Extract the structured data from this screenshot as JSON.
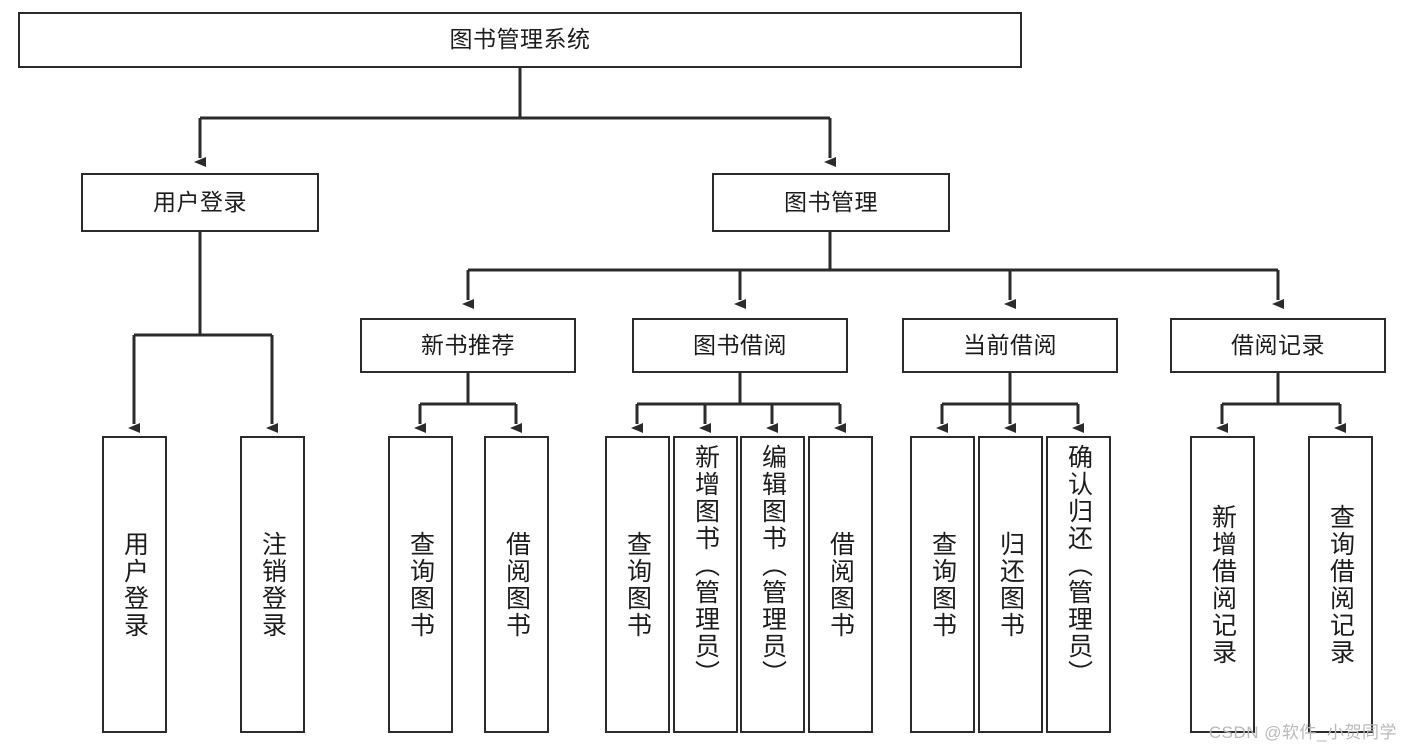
{
  "diagram": {
    "title": "图书管理系统",
    "type": "functional-structure-tree",
    "colors": {
      "box_border": "#2b2b2b",
      "box_fill": "#ffffff",
      "edge": "#2b2b2b",
      "text": "#1c1c1c",
      "watermark": "#b9b9b9",
      "background": "#ffffff"
    },
    "watermark": "CSDN @软件_小贺同学",
    "nodes": {
      "root": {
        "label": "图书管理系统",
        "level": 1,
        "orientation": "horizontal"
      },
      "user_login": {
        "label": "用户登录",
        "level": 2,
        "orientation": "horizontal"
      },
      "book_manage": {
        "label": "图书管理",
        "level": 2,
        "orientation": "horizontal"
      },
      "new_book_rec": {
        "label": "新书推荐",
        "level": 3,
        "orientation": "horizontal"
      },
      "book_borrow": {
        "label": "图书借阅",
        "level": 3,
        "orientation": "horizontal"
      },
      "current_borrow": {
        "label": "当前借阅",
        "level": 3,
        "orientation": "horizontal"
      },
      "borrow_record": {
        "label": "借阅记录",
        "level": 3,
        "orientation": "horizontal"
      },
      "leaf_user_login": {
        "label": "用户登录",
        "level": 3,
        "orientation": "vertical"
      },
      "leaf_logout": {
        "label": "注销登录",
        "level": 3,
        "orientation": "vertical"
      },
      "leaf_query_book_1": {
        "label": "查询图书",
        "level": 4,
        "orientation": "vertical"
      },
      "leaf_borrow_book_1": {
        "label": "借阅图书",
        "level": 4,
        "orientation": "vertical"
      },
      "leaf_query_book_2": {
        "label": "查询图书",
        "level": 4,
        "orientation": "vertical"
      },
      "leaf_add_book": {
        "label": "新增图书（管理员）",
        "level": 4,
        "orientation": "vertical"
      },
      "leaf_edit_book": {
        "label": "编辑图书（管理员）",
        "level": 4,
        "orientation": "vertical"
      },
      "leaf_borrow_book_2": {
        "label": "借阅图书",
        "level": 4,
        "orientation": "vertical"
      },
      "leaf_query_book_3": {
        "label": "查询图书",
        "level": 4,
        "orientation": "vertical"
      },
      "leaf_return_book": {
        "label": "归还图书",
        "level": 4,
        "orientation": "vertical"
      },
      "leaf_confirm_return": {
        "label": "确认归还（管理员）",
        "level": 4,
        "orientation": "vertical"
      },
      "leaf_add_record": {
        "label": "新增借阅记录",
        "level": 4,
        "orientation": "vertical"
      },
      "leaf_query_record": {
        "label": "查询借阅记录",
        "level": 4,
        "orientation": "vertical"
      }
    },
    "edges": [
      {
        "from": "root",
        "to": "user_login"
      },
      {
        "from": "root",
        "to": "book_manage"
      },
      {
        "from": "user_login",
        "to": "leaf_user_login"
      },
      {
        "from": "user_login",
        "to": "leaf_logout"
      },
      {
        "from": "book_manage",
        "to": "new_book_rec"
      },
      {
        "from": "book_manage",
        "to": "book_borrow"
      },
      {
        "from": "book_manage",
        "to": "current_borrow"
      },
      {
        "from": "book_manage",
        "to": "borrow_record"
      },
      {
        "from": "new_book_rec",
        "to": "leaf_query_book_1"
      },
      {
        "from": "new_book_rec",
        "to": "leaf_borrow_book_1"
      },
      {
        "from": "book_borrow",
        "to": "leaf_query_book_2"
      },
      {
        "from": "book_borrow",
        "to": "leaf_add_book"
      },
      {
        "from": "book_borrow",
        "to": "leaf_edit_book"
      },
      {
        "from": "book_borrow",
        "to": "leaf_borrow_book_2"
      },
      {
        "from": "current_borrow",
        "to": "leaf_query_book_3"
      },
      {
        "from": "current_borrow",
        "to": "leaf_return_book"
      },
      {
        "from": "current_borrow",
        "to": "leaf_confirm_return"
      },
      {
        "from": "borrow_record",
        "to": "leaf_add_record"
      },
      {
        "from": "borrow_record",
        "to": "leaf_query_record"
      }
    ]
  }
}
